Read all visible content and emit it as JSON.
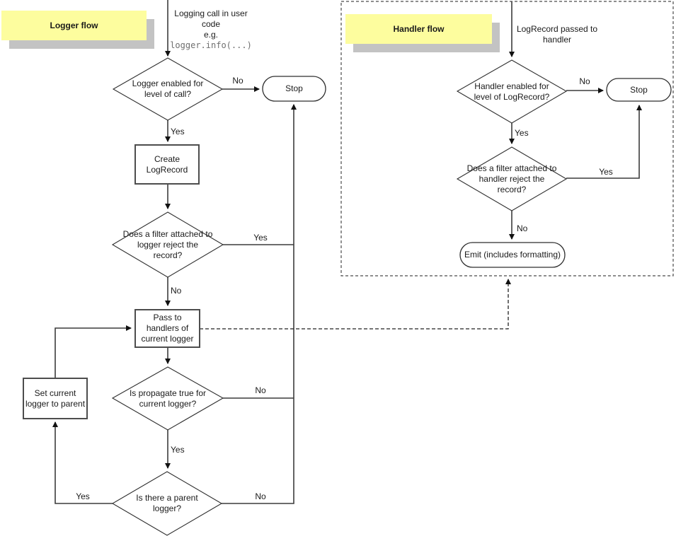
{
  "colors": {
    "note_background": "#fdfd9e",
    "note_shadow": "#c3c3c3",
    "line": "#3c3c3c",
    "code_text": "#6f6f6f",
    "background": "#ffffff"
  },
  "logger_flow": {
    "title": "Logger flow",
    "start_lines": [
      "Logging call in user",
      "code",
      "e.g."
    ],
    "start_code": "logger.info(...)",
    "level_check": "Logger enabled for level of call?",
    "stop": "Stop",
    "create_record": "Create LogRecord",
    "filter_check": "Does a filter attached to logger reject the record?",
    "pass_handlers": "Pass to handlers of current logger",
    "propagate_check": "Is propagate true for current logger?",
    "parent_check": "Is there a parent logger?",
    "set_parent": "Set current logger to parent",
    "labels": {
      "level_no": "No",
      "level_yes": "Yes",
      "filter_yes": "Yes",
      "filter_no": "No",
      "propagate_no": "No",
      "propagate_yes": "Yes",
      "parent_yes": "Yes",
      "parent_no": "No"
    }
  },
  "handler_flow": {
    "title": "Handler flow",
    "start": "LogRecord passed to handler",
    "level_check": "Handler enabled for level of LogRecord?",
    "stop": "Stop",
    "filter_check": "Does a filter attached to handler reject the record?",
    "emit": "Emit (includes formatting)",
    "labels": {
      "level_no": "No",
      "level_yes": "Yes",
      "filter_yes": "Yes",
      "filter_no": "No"
    }
  }
}
